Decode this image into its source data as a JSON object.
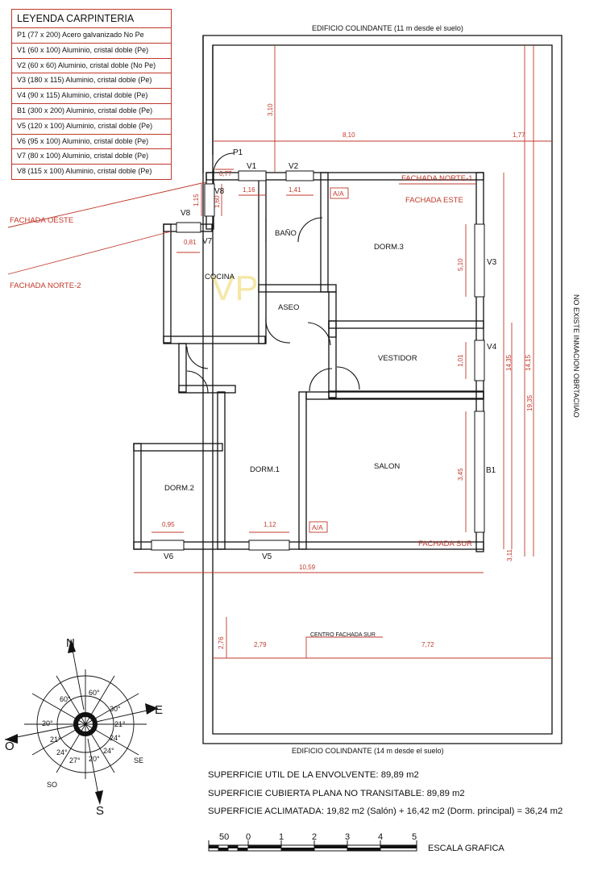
{
  "legend": {
    "title": "LEYENDA CARPINTERIA",
    "items": [
      "P1 (77 x 200) Acero galvanizado No Pe",
      "V1 (60 x 100) Aluminio, cristal doble (Pe)",
      "V2 (60 x 60) Aluminio, cristal doble (No Pe)",
      "V3 (180 x 115) Aluminio, cristal doble (Pe)",
      "V4 (90 x 115) Aluminio, cristal doble (Pe)",
      "B1 (300 x 200) Aluminio, cristal doble (Pe)",
      "V5 (120 x 100) Aluminio, cristal doble (Pe)",
      "V6 (95 x 100) Aluminio, cristal doble (Pe)",
      "V7 (80 x 100) Aluminio, cristal doble (Pe)",
      "V8 (115 x 100) Aluminio, cristal doble (Pe)"
    ]
  },
  "labels": {
    "top_neighbor": "EDIFICIO COLINDANTE (11 m desde el suelo)",
    "bottom_neighbor": "EDIFICIO COLINDANTE (14 m desde el suelo)",
    "right_side": "NO EXISTE INMACION OBRTACIIAO",
    "fachada_oeste": "FACHADA OESTE",
    "fachada_norte2": "FACHADA NORTE-2",
    "fachada_norte1": "FACHADA NORTE-1",
    "fachada_este": "FACHADA ESTE",
    "fachada_sur": "FACHADA SUR",
    "centro_fachada_sur": "CENTRO FACHADA SUR",
    "aa": "A/A",
    "watermark": "VP"
  },
  "rooms": {
    "bano": "BAÑO",
    "dorm3": "DORM.3",
    "cocina": "COCINA",
    "aseo": "ASEO",
    "vestidor": "VESTIDOR",
    "salon": "SALON",
    "dorm1": "DORM.1",
    "dorm2": "DORM.2"
  },
  "openings": {
    "p1": "P1",
    "v1": "V1",
    "v2": "V2",
    "v3": "V3",
    "v4": "V4",
    "b1": "B1",
    "v5": "V5",
    "v6": "V6",
    "v7": "V7",
    "v8": "V8"
  },
  "dims": {
    "d310": "3,10",
    "d810": "8,10",
    "d177": "1,77",
    "d077": "0,77",
    "d116": "1,16",
    "d141": "1,41",
    "d115": "1,15",
    "d160": "1,60",
    "d081": "0,81",
    "d510": "5,10",
    "d101": "1,01",
    "d1435": "14,35",
    "d1415": "14,15",
    "d1935": "19,35",
    "d345": "3,45",
    "d095": "0,95",
    "d112": "1,12",
    "d311": "3,11",
    "d1059": "10,59",
    "d276": "2,76",
    "d279": "2,79",
    "d772": "7,72"
  },
  "compass": {
    "n": "N",
    "e": "E",
    "s": "S",
    "o": "O",
    "se": "SE",
    "so": "SO",
    "a60a": "60°",
    "a60b": "60°",
    "a30": "30°",
    "a20": "20°",
    "a21a": "21°",
    "a21b": "21°",
    "a24a": "24°",
    "a24b": "24°",
    "a24c": "24°",
    "a27": "27°",
    "a20b": "20°"
  },
  "summary": {
    "line1": "SUPERFICIE UTIL DE LA ENVOLVENTE: 89,89 m2",
    "line2": "SUPERFICIE CUBIERTA PLANA NO TRANSITABLE: 89,89 m2",
    "line3": "SUPERFICIE ACLIMATADA: 19,82 m2 (Salón) + 16,42 m2 (Dorm. principal) = 36,24 m2"
  },
  "scale": {
    "caption": "ESCALA GRAFICA",
    "ticks": [
      "50",
      "0",
      "1",
      "2",
      "3",
      "4",
      "5"
    ]
  },
  "colors": {
    "dimension": "#c0392b",
    "wall": "#111111",
    "watermark": "#f2e08a"
  }
}
